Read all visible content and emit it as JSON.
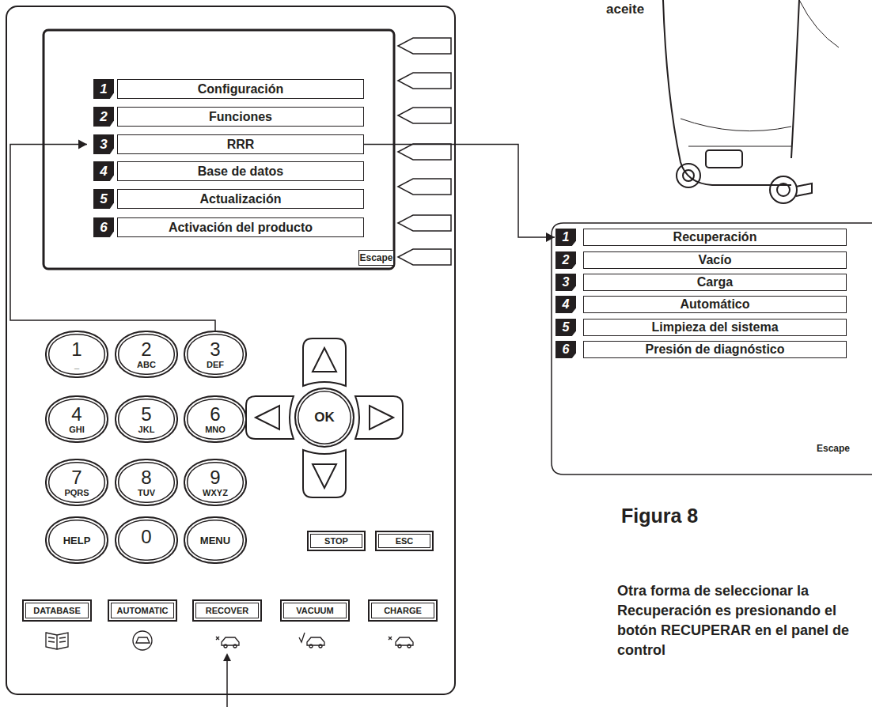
{
  "diagram": {
    "nodes": [
      {
        "text": [
          "Configuración"
        ]
      },
      {
        "text": [
          "Funciones"
        ]
      },
      {
        "text": [
          "RRR"
        ]
      },
      {
        "text": [
          "Base de datos"
        ]
      },
      {
        "text": [
          "Actualización"
        ]
      },
      {
        "text": [
          "Activación del producto"
        ]
      },
      {
        "text": [
          "Escape"
        ]
      },
      {
        "text": [
          "1",
          "_"
        ]
      },
      {
        "text": [
          "2",
          "ABC"
        ]
      },
      {
        "text": [
          "3",
          "DEF"
        ]
      },
      {
        "text": [
          "4",
          "GHI"
        ]
      },
      {
        "text": [
          "5",
          "JKL"
        ]
      },
      {
        "text": [
          "6",
          "MNO"
        ]
      },
      {
        "text": [
          "7",
          "PQRS"
        ]
      },
      {
        "text": [
          "8",
          "TUV"
        ]
      },
      {
        "text": [
          "9",
          "WXYZ"
        ]
      },
      {
        "text": [
          "HELP"
        ]
      },
      {
        "text": [
          "0"
        ]
      },
      {
        "text": [
          "MENU"
        ]
      },
      {
        "text": [
          "OK"
        ]
      },
      {
        "text": [
          "STOP"
        ]
      },
      {
        "text": [
          "ESC"
        ]
      },
      {
        "text": [
          "DATABASE"
        ]
      },
      {
        "text": [
          "AUTOMATIC"
        ]
      },
      {
        "text": [
          "RECOVER"
        ]
      },
      {
        "text": [
          "VACUUM"
        ]
      },
      {
        "text": [
          "CHARGE"
        ]
      },
      {
        "text": [
          "Recuperación"
        ]
      },
      {
        "text": [
          "Vacío"
        ]
      },
      {
        "text": [
          "Carga"
        ]
      },
      {
        "text": [
          "Automático"
        ]
      },
      {
        "text": [
          "Limpieza del sistema"
        ]
      },
      {
        "text": [
          "Presión de diagnóstico"
        ]
      }
    ],
    "edges": [
      {
        "from": 9,
        "to": 2,
        "arrow": "to"
      },
      {
        "from": 2,
        "to": 27,
        "arrow": "to"
      }
    ],
    "labels": [
      "aceite",
      "1",
      "2",
      "3",
      "4",
      "5",
      "6",
      "1",
      "2",
      "3",
      "4",
      "5",
      "6",
      "Escape",
      "Figura 8",
      "Otra forma de seleccionar la Recuperación es presionando el botón RECUPERAR en el panel de control"
    ]
  }
}
